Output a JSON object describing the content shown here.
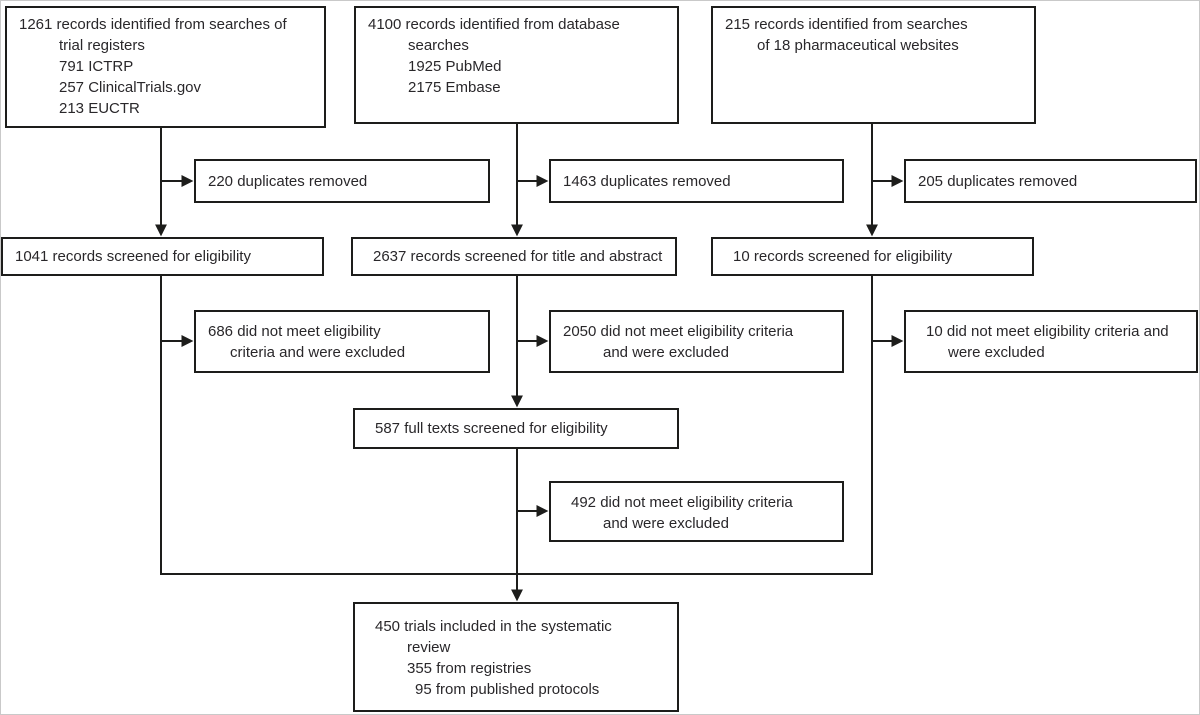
{
  "figure": {
    "background": "#ffffff",
    "frame_color": "#c9c9c9",
    "box_border_color": "#1d1d1b",
    "connector_color": "#1d1d1b",
    "text_color": "#29272a"
  },
  "boxes": {
    "registers_identified": {
      "lines": [
        "1261 records identified from searches of",
        "trial registers",
        "791 ICTRP",
        "257 ClinicalTrials.gov",
        "213 EUCTR"
      ]
    },
    "database_identified": {
      "lines": [
        "4100 records identified from database",
        "searches",
        "1925 PubMed",
        "2175 Embase"
      ]
    },
    "pharma_identified": {
      "lines": [
        "215 records identified from searches",
        "of 18 pharmaceutical websites"
      ]
    },
    "registers_duplicates": {
      "lines": [
        "220 duplicates removed"
      ]
    },
    "database_duplicates": {
      "lines": [
        "1463 duplicates removed"
      ]
    },
    "pharma_duplicates": {
      "lines": [
        "205 duplicates removed"
      ]
    },
    "registers_screened": {
      "lines": [
        "1041 records screened for eligibility"
      ]
    },
    "database_screened": {
      "lines": [
        "2637 records screened for title and abstract"
      ]
    },
    "pharma_screened": {
      "lines": [
        "10 records screened for eligibility"
      ]
    },
    "registers_excluded": {
      "lines": [
        "686 did not meet eligibility",
        "criteria and were excluded"
      ]
    },
    "database_excluded": {
      "lines": [
        "2050 did not meet eligibility criteria",
        "and were excluded"
      ]
    },
    "pharma_excluded": {
      "lines": [
        "10 did not meet eligibility criteria and",
        "were excluded"
      ]
    },
    "fulltext_screened": {
      "lines": [
        "587 full texts screened for eligibility"
      ]
    },
    "fulltext_excluded": {
      "lines": [
        "492 did not meet eligibility criteria",
        "and were excluded"
      ]
    },
    "included": {
      "lines": [
        "450 trials included in the systematic",
        "review",
        "355 from registries",
        "95 from published protocols"
      ]
    }
  }
}
